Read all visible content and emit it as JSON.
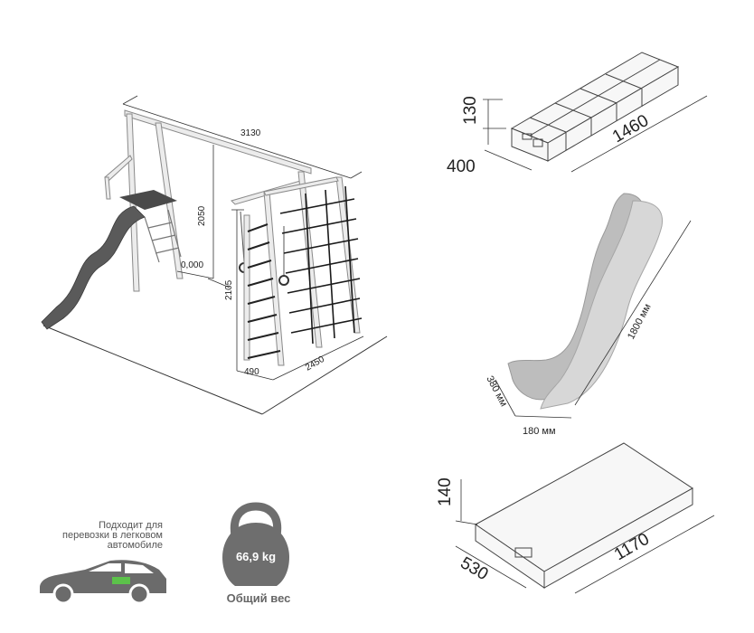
{
  "assembly": {
    "dimensions": {
      "length": "3130",
      "height_top": "2050",
      "height_total": "2105",
      "ground_level": "0,000",
      "depth": "490",
      "width": "2450"
    }
  },
  "package_long": {
    "height": "130",
    "width": "400",
    "length": "1460"
  },
  "slide": {
    "length": "1800 мм",
    "end_width": "380 мм",
    "bottom_width": "180 мм"
  },
  "package_flat": {
    "height": "140",
    "width": "530",
    "length": "1170"
  },
  "car_note": {
    "line1": "Подходит для",
    "line2": "перевозки в легковом",
    "line3": "автомобиле"
  },
  "weight": {
    "value": "66,9 kg",
    "label": "Общий вес"
  },
  "colors": {
    "slide": "#5a5a5a",
    "frame": "#e4e4e4",
    "net": "#1a1a1a",
    "car": "#6b6b6b",
    "car_box": "#5cc24a",
    "kettlebell": "#6e6e6e",
    "slide_outline": "#bdbdbd"
  },
  "icons": [
    "car-icon",
    "kettlebell-icon"
  ]
}
